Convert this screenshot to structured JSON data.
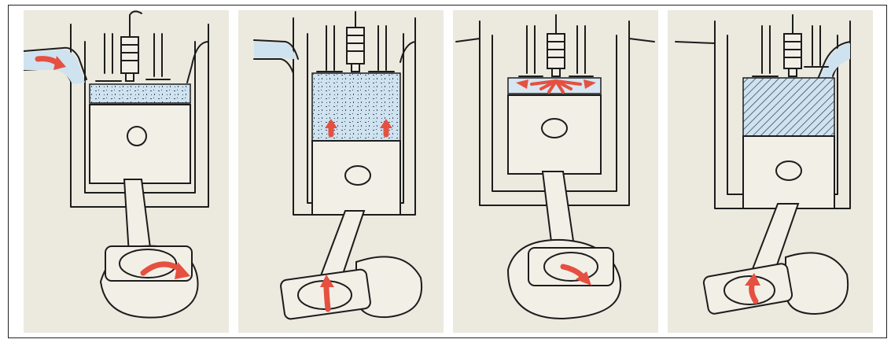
{
  "figure": {
    "panels": [
      {
        "stroke": "intake",
        "piston": "down",
        "intake_valve": "open",
        "exhaust_valve": "closed",
        "charge": "dotted"
      },
      {
        "stroke": "compression",
        "piston": "up",
        "intake_valve": "closed",
        "exhaust_valve": "closed",
        "charge": "dotted"
      },
      {
        "stroke": "power",
        "piston": "down",
        "intake_valve": "closed",
        "exhaust_valve": "closed",
        "charge": "ignition"
      },
      {
        "stroke": "exhaust",
        "piston": "up",
        "intake_valve": "closed",
        "exhaust_valve": "open",
        "charge": "hatched"
      }
    ],
    "colors": {
      "background": "#ece9df",
      "ink": "#1c1c1c",
      "arrow": "#e55040",
      "charge_fill": "#cfe2ef",
      "charge_speckle": "#3a4a5a"
    },
    "icons": [
      "spark-plug-icon",
      "intake-valve-icon",
      "exhaust-valve-icon",
      "piston-icon",
      "connecting-rod-icon",
      "crankshaft-icon",
      "flow-arrow-icon"
    ]
  }
}
